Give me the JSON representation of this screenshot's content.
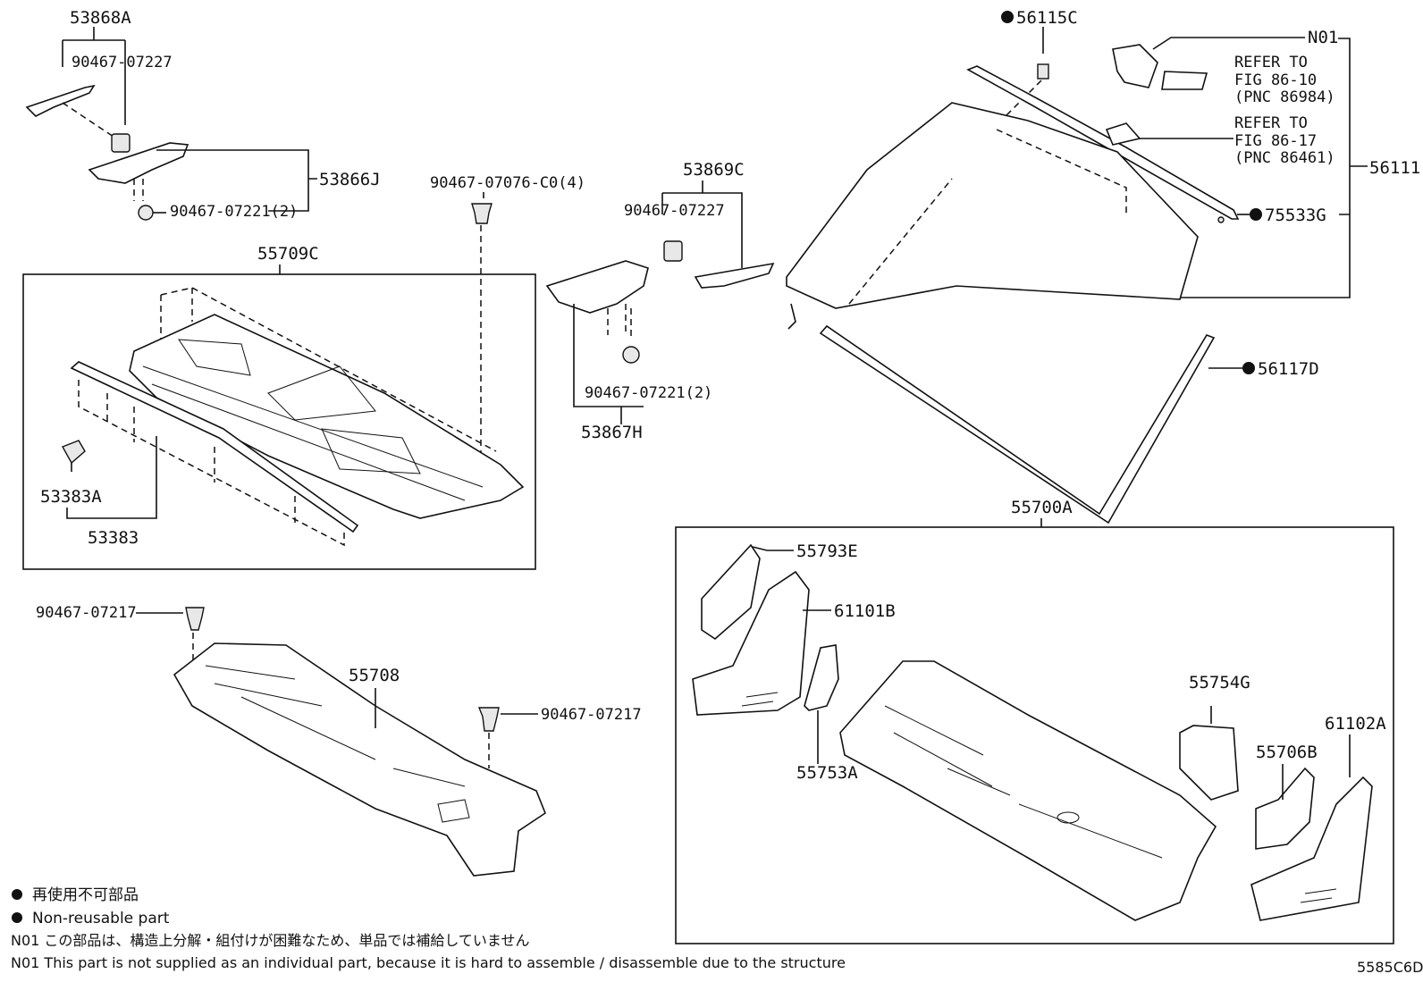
{
  "labels": {
    "p53868A": "53868A",
    "p90467_07227_a": "90467-07227",
    "p53866J": "53866J",
    "p90467_07221_a": "90467-07221(2)",
    "p90467_07076": "90467-07076-C0(4)",
    "p55709C": "55709C",
    "p53383A": "53383A",
    "p53383": "53383",
    "p53869C": "53869C",
    "p90467_07227_b": "90467-07227",
    "p90467_07221_b": "90467-07221(2)",
    "p53867H": "53867H",
    "p56115C": "56115C",
    "pN01": "N01",
    "refer1_l1": "REFER TO",
    "refer1_l2": "FIG 86-10",
    "refer1_l3": "(PNC 86984)",
    "refer2_l1": "REFER TO",
    "refer2_l2": "FIG 86-17",
    "refer2_l3": "(PNC 86461)",
    "p56111": "56111",
    "p75533G": "75533G",
    "p56117D": "56117D",
    "p55700A": "55700A",
    "p55793E": "55793E",
    "p61101B": "61101B",
    "p55754G": "55754G",
    "p55706B": "55706B",
    "p61102A": "61102A",
    "p55753A": "55753A",
    "p90467_07217_a": "90467-07217",
    "p55708": "55708",
    "p90467_07217_b": "90467-07217"
  },
  "legend": {
    "nonreusable_ja": "再使用不可部品",
    "nonreusable_en": "Non-reusable part",
    "n01_ja": "N01 この部品は、構造上分解・組付けが困難なため、単品では補給していません",
    "n01_en": "N01 This part is not supplied as an individual part, because it is hard to assemble / disassemble due to the structure"
  },
  "figure_id": "5585C6D"
}
